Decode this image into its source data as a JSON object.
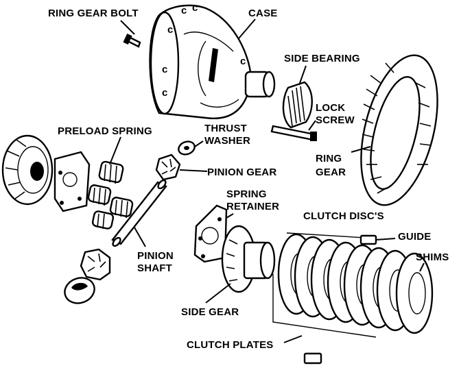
{
  "labels": {
    "ring_gear_bolt": "RING GEAR BOLT",
    "case": "CASE",
    "side_bearing": "SIDE BEARING",
    "lock": "LOCK",
    "screw": "SCREW",
    "preload_spring": "PRELOAD SPRING",
    "thrust": "THRUST",
    "washer": "WASHER",
    "ring": "RING",
    "gear": "GEAR",
    "pinion_gear": "PINION GEAR",
    "spring": "SPRING",
    "retainer": "RETAINER",
    "clutch_discs": "CLUTCH DISC'S",
    "guide": "GUIDE",
    "shims": "SHIMS",
    "pinion": "PINION",
    "shaft": "SHAFT",
    "side_gear": "SIDE GEAR",
    "clutch_plates": "CLUTCH PLATES"
  }
}
